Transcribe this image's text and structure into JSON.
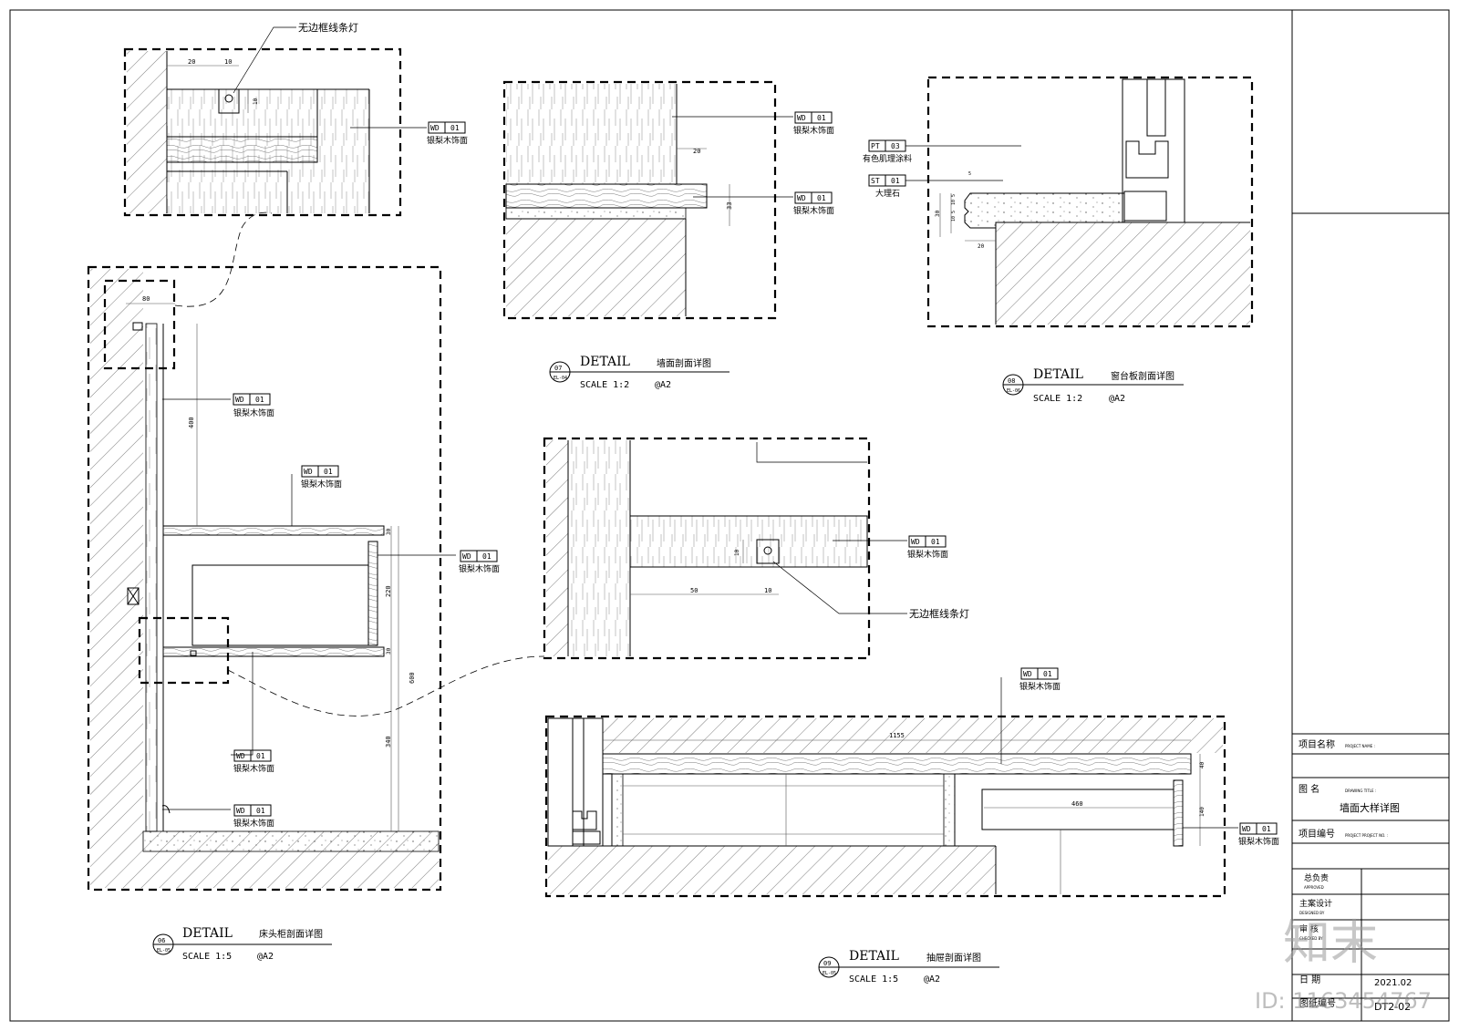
{
  "title_block": {
    "project_name_label": "项目名称",
    "project_name_en": "PROJECT NAME :",
    "drawing_title_label": "图 名",
    "drawing_title_en": "DRAWING TITLE :",
    "drawing_title_value": "墙面大样详图",
    "project_no_label": "项目编号",
    "project_no_en": "PROJECT PROJECT NO. :",
    "approved_label": "总负责",
    "approved_en": "APPROVED",
    "designed_label": "主案设计",
    "designed_en": "DESIGNED BY",
    "checked_label": "审 核",
    "checked_en": "CHECKED BY",
    "date_label": "日 期",
    "date_value": "2021.02",
    "sheet_no_label": "图纸编号",
    "sheet_no_value": "DT2-02"
  },
  "watermark": {
    "brand": "知末",
    "id": "ID: 1163454767"
  },
  "materials": {
    "wd01_code": "WD",
    "wd01_num": "01",
    "wd01_name": "银梨木饰面",
    "pt03_code": "PT",
    "pt03_num": "03",
    "pt03_name": "有色肌理涂料",
    "st01_code": "ST",
    "st01_num": "01",
    "st01_name": "大理石",
    "light_name": "无边框线条灯"
  },
  "details": [
    {
      "num": "06",
      "ref": "EL-05",
      "word": "DETAIL",
      "name": "床头柜剖面详图",
      "scale": "SCALE 1:5",
      "paper": "@A2"
    },
    {
      "num": "07",
      "ref": "EL-04",
      "word": "DETAIL",
      "name": "墙面剖面详图",
      "scale": "SCALE 1:2",
      "paper": "@A2"
    },
    {
      "num": "08",
      "ref": "EL-06",
      "word": "DETAIL",
      "name": "窗台板剖面详图",
      "scale": "SCALE 1:2",
      "paper": "@A2"
    },
    {
      "num": "09",
      "ref": "EL-05",
      "word": "DETAIL",
      "name": "抽屉剖面详图",
      "scale": "SCALE 1:5",
      "paper": "@A2"
    }
  ],
  "dims": {
    "d20": "20",
    "d10": "10",
    "d80": "80",
    "d400": "400",
    "d30": "30",
    "d220": "220",
    "d600": "600",
    "d340": "340",
    "d33": "33",
    "d5": "5",
    "d50": "50",
    "d1155": "1155",
    "d40": "40",
    "d460": "460",
    "d140": "140"
  }
}
